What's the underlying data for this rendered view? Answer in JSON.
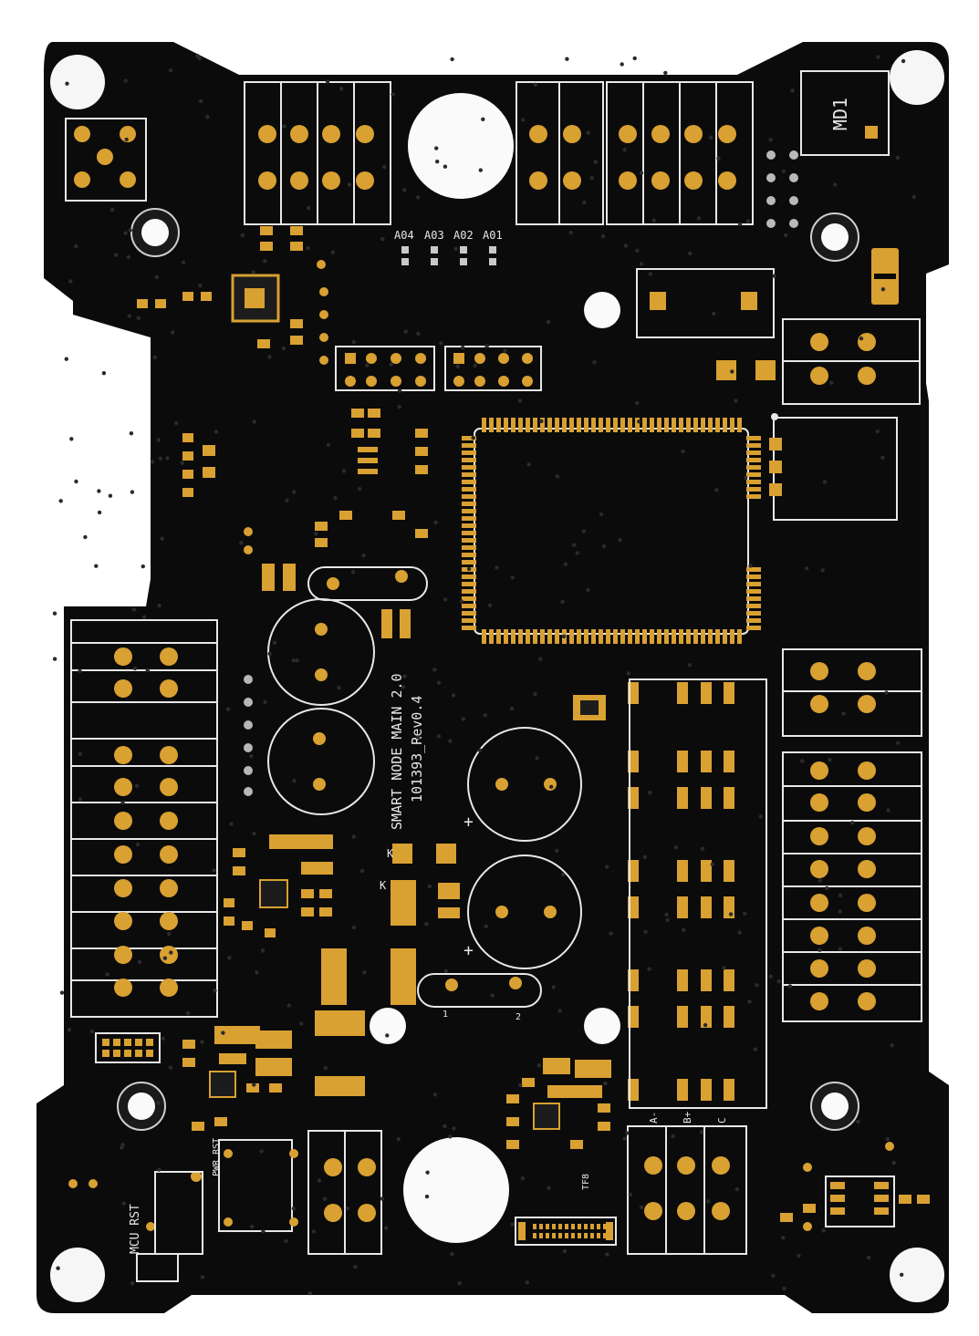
{
  "board": {
    "colors": {
      "background": "#ffffff",
      "soldermask": "#0b0b0b",
      "gold": "#d9a032",
      "gold_dark": "#9c6a14",
      "silkscreen": "#e8e8e8",
      "via": "#2a2a2a"
    },
    "labels": {
      "title_line1": "SMART NODE MAIN 2.0",
      "title_line2": "101393_Rev0.4",
      "module": "MD1",
      "mcu_rst": "MCU RST",
      "pwr_rst": "PWR RST",
      "a04": "A04",
      "a03": "A03",
      "a02": "A02",
      "a01": "A01",
      "phase_a": "A-",
      "phase_b": "B+",
      "phase_c": "C",
      "k_mark": "K",
      "plus_mark": "+",
      "pin1": "1",
      "pin2": "2",
      "tf_mark": "TF8"
    }
  }
}
